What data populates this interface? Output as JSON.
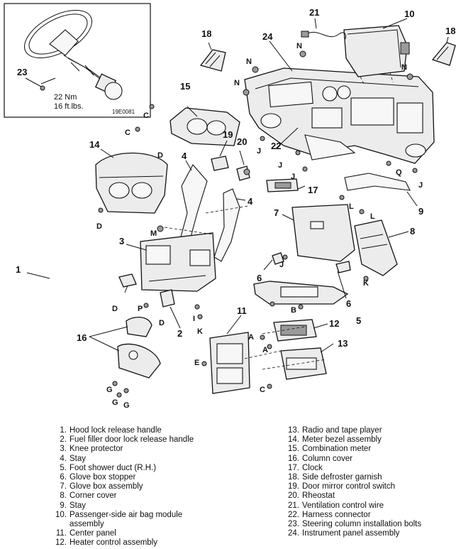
{
  "inset": {
    "callout": "23",
    "torque_line1": "22 Nm",
    "torque_line2": "16 ft.lbs.",
    "figure_code": "19E0081"
  },
  "callouts": {
    "c1": "1",
    "c2": "2",
    "c3": "3",
    "c4a": "4",
    "c4b": "4",
    "c5": "5",
    "c6a": "6",
    "c6b": "6",
    "c7": "7",
    "c8": "8",
    "c9": "9",
    "c10": "10",
    "c11": "11",
    "c12": "12",
    "c13": "13",
    "c14": "14",
    "c15": "15",
    "c16": "16",
    "c17": "17",
    "c18a": "18",
    "c18b": "18",
    "c19": "19",
    "c20": "20",
    "c21": "21",
    "c22": "22",
    "c24": "24"
  },
  "fastener_letters": {
    "n1": "N",
    "n2": "N",
    "n3": "N",
    "n4": "N",
    "c1": "C",
    "c2": "C",
    "c3": "C",
    "d1": "D",
    "d2": "D",
    "d3": "D",
    "d4": "D",
    "j1": "J",
    "j2": "J",
    "j3": "J",
    "j4": "J",
    "j5": "J",
    "q1": "Q",
    "l1": "L",
    "l2": "L",
    "m1": "M",
    "p1": "P",
    "i1": "I",
    "k1": "K",
    "k2": "K",
    "b1": "B",
    "a1": "A",
    "a2": "A",
    "e1": "E",
    "g1": "G",
    "g2": "G",
    "g3": "G"
  },
  "legend_left": [
    {
      "num": "1.",
      "text": "Hood lock release handle"
    },
    {
      "num": "2.",
      "text": "Fuel filler door lock release handle"
    },
    {
      "num": "3.",
      "text": "Knee protector"
    },
    {
      "num": "4.",
      "text": "Stay"
    },
    {
      "num": "5.",
      "text": "Foot shower duct (R.H.)"
    },
    {
      "num": "6.",
      "text": "Glove box stopper"
    },
    {
      "num": "7.",
      "text": "Glove box assembly"
    },
    {
      "num": "8.",
      "text": "Corner cover"
    },
    {
      "num": "9.",
      "text": "Stay"
    },
    {
      "num": "10.",
      "text": "Passenger-side air bag module",
      "cont": "assembly"
    },
    {
      "num": "11.",
      "text": "Center panel"
    },
    {
      "num": "12.",
      "text": "Heater control assembly"
    }
  ],
  "legend_right": [
    {
      "num": "13.",
      "text": "Radio and tape player"
    },
    {
      "num": "14.",
      "text": "Meter bezel assembly"
    },
    {
      "num": "15.",
      "text": "Combination meter"
    },
    {
      "num": "16.",
      "text": "Column cover"
    },
    {
      "num": "17.",
      "text": "Clock"
    },
    {
      "num": "18.",
      "text": "Side defroster garnish"
    },
    {
      "num": "19.",
      "text": "Door mirror control switch"
    },
    {
      "num": "20.",
      "text": "Rheostat"
    },
    {
      "num": "21.",
      "text": "Ventilation control wire"
    },
    {
      "num": "22.",
      "text": "Harness connector"
    },
    {
      "num": "23.",
      "text": "Steering column installation bolts"
    },
    {
      "num": "24.",
      "text": "Instrument panel assembly"
    }
  ]
}
